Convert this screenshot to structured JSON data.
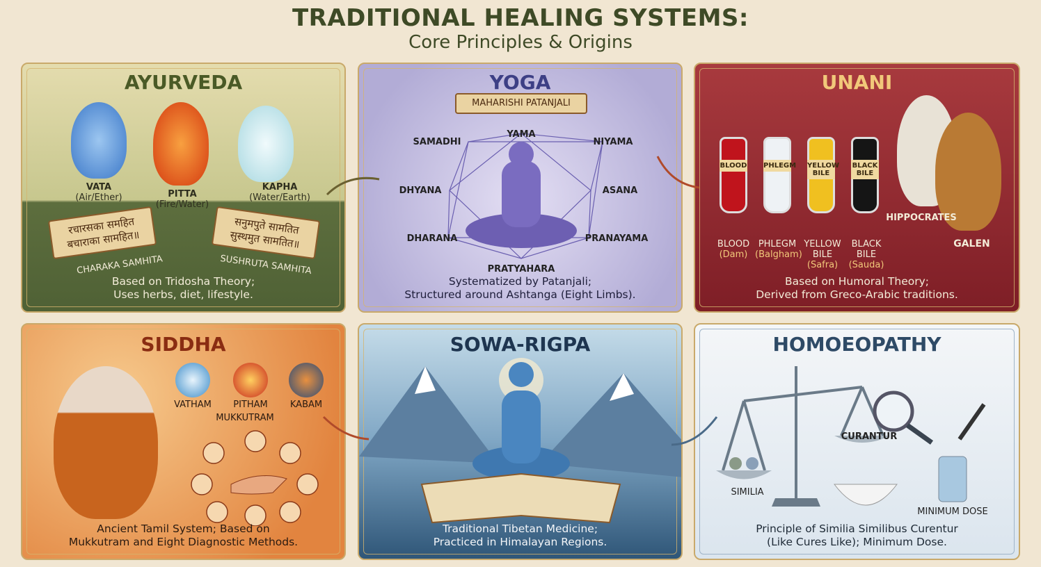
{
  "header": {
    "title": "TRADITIONAL HEALING SYSTEMS:",
    "subtitle": "Core Principles & Origins"
  },
  "ayurveda": {
    "title": "AYURVEDA",
    "doshas": [
      {
        "name": "VATA",
        "element": "(Air/Ether)"
      },
      {
        "name": "PITTA",
        "element": "(Fire/Water)"
      },
      {
        "name": "KAPHA",
        "element": "(Water/Earth)"
      }
    ],
    "texts": [
      {
        "name": "CHARAKA SAMHITA",
        "script": "रचारसका समहित बचाराका सामहित॥"
      },
      {
        "name": "SUSHRUTA SAMHITA",
        "script": "सनुमपुते सामतित सुस्थमुत सामतित॥"
      }
    ],
    "caption": [
      "Based on Tridosha Theory;",
      "Uses herbs, diet, lifestyle."
    ]
  },
  "yoga": {
    "title": "YOGA",
    "banner": "MAHARISHI PATANJALI",
    "limbs": [
      "YAMA",
      "NIYAMA",
      "ASANA",
      "PRANAYAMA",
      "PRATYAHARA",
      "DHARANA",
      "DHYANA",
      "SAMADHI"
    ],
    "caption": [
      "Systematized by Patanjali;",
      "Structured around Ashtanga (Eight Limbs)."
    ]
  },
  "unani": {
    "title": "UNANI",
    "humors": [
      {
        "label": "BLOOD",
        "name": "BLOOD",
        "local": "(Dam)",
        "color": "#c0141c"
      },
      {
        "label": "PHLEGM",
        "name": "PHLEGM",
        "local": "(Balgham)",
        "color": "#eef2f5"
      },
      {
        "label": "YELLOW BILE",
        "name": "YELLOW BILE",
        "local": "(Safra)",
        "color": "#f0c020"
      },
      {
        "label": "BLACK BILE",
        "name": "BLACK BILE",
        "local": "(Sauda)",
        "color": "#151515"
      }
    ],
    "figures": [
      "HIPPOCRATES",
      "GALEN"
    ],
    "caption": [
      "Based on Humoral Theory;",
      "Derived from Greco-Arabic traditions."
    ]
  },
  "siddha": {
    "title": "SIDDHA",
    "humors": [
      "VATHAM",
      "PITHAM",
      "KABAM"
    ],
    "concept": "MUKKUTRAM",
    "caption": [
      "Ancient Tamil System; Based on",
      "Mukkutram and Eight Diagnostic Methods."
    ]
  },
  "sowa": {
    "title": "SOWA-RIGPA",
    "caption": [
      "Traditional Tibetan Medicine;",
      "Practiced in Himalayan Regions."
    ]
  },
  "homoeopathy": {
    "title": "HOMOEOPATHY",
    "labels": [
      "SIMILIA",
      "CURANTUR",
      "MINIMUM DOSE"
    ],
    "caption": [
      "Principle of Similia Similibus Curentur",
      "(Like Cures Like); Minimum Dose."
    ]
  }
}
